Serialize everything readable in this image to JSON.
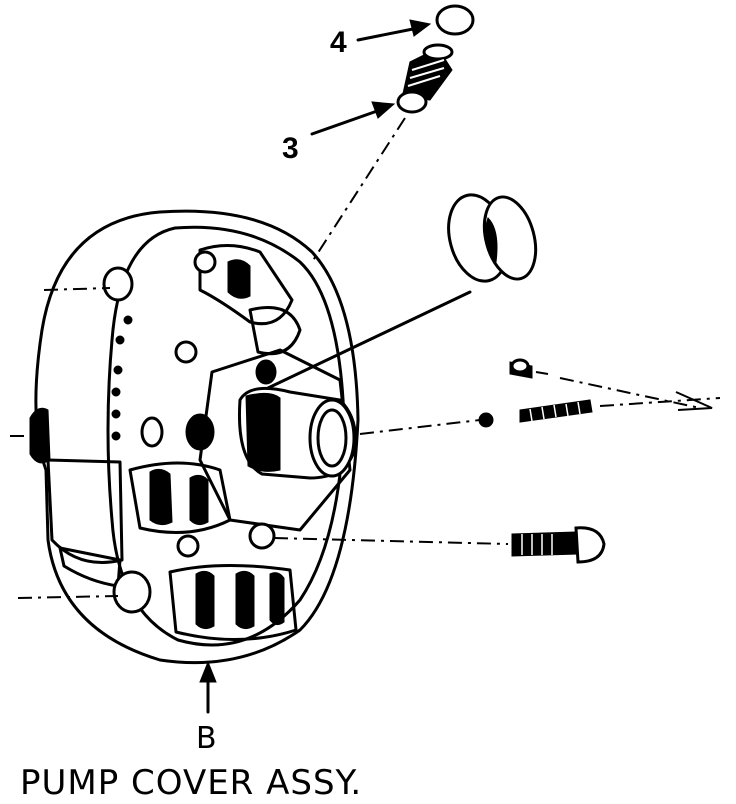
{
  "callouts": {
    "item_4": "4",
    "item_3": "3",
    "item_b": "B"
  },
  "caption": "PUMP COVER ASSY."
}
